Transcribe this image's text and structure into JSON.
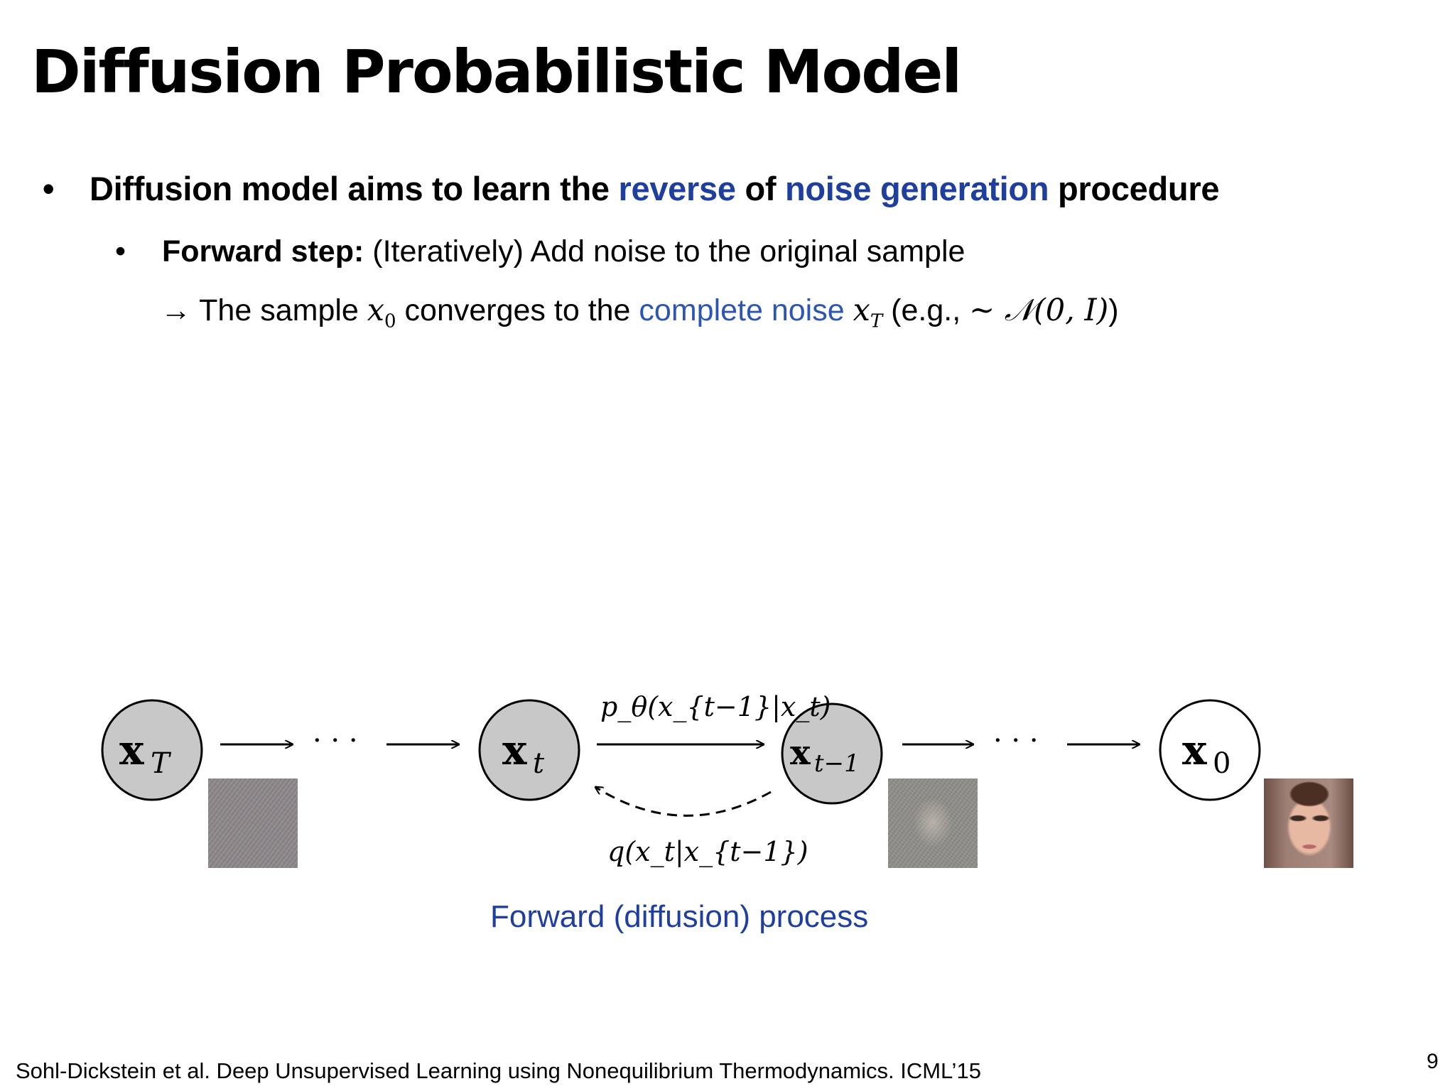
{
  "slide": {
    "title": "Diffusion Probabilistic Model",
    "bullet1": {
      "marker": "•",
      "part1": "Diffusion model aims to learn the ",
      "highlight1": "reverse",
      "part2": " of ",
      "highlight2": "noise generation",
      "part3": " procedure"
    },
    "bullet2": {
      "marker": "•",
      "bold_label": "Forward step:",
      "text": " (Iteratively) Add noise to the original sample"
    },
    "bullet3": {
      "arrow": "→",
      "part1": " The sample ",
      "x0_base": "x",
      "x0_sub": "0",
      "part2": " converges to the ",
      "highlight": "complete noise",
      "xT_base": "x",
      "xT_sub": "T",
      "part3": " (e.g., ",
      "dist": "~ 𝒩(0, I)",
      "part4": ")"
    }
  },
  "diagram": {
    "nodes": [
      {
        "id": "xT",
        "base": "x",
        "sub": "T",
        "shaded": true
      },
      {
        "id": "xt",
        "base": "x",
        "sub": "t",
        "shaded": true
      },
      {
        "id": "xt1",
        "base": "x",
        "sub": "t−1",
        "shaded": true
      },
      {
        "id": "x0",
        "base": "x",
        "sub": "0",
        "shaded": false
      }
    ],
    "ellipsis": "· · ·",
    "reverse_label": "p_θ(x_{t−1}|x_t)",
    "forward_label": "q(x_t|x_{t−1})",
    "caption": "Forward (diffusion) process"
  },
  "footer": {
    "reference": "Sohl-Dickstein et al. Deep Unsupervised Learning using Nonequilibrium Thermodynamics. ICML’15",
    "page_number": "9"
  },
  "colors": {
    "highlight_dark": "#1f3f9e",
    "highlight": "#2d55b3",
    "node_fill": "#c8c8c8"
  }
}
